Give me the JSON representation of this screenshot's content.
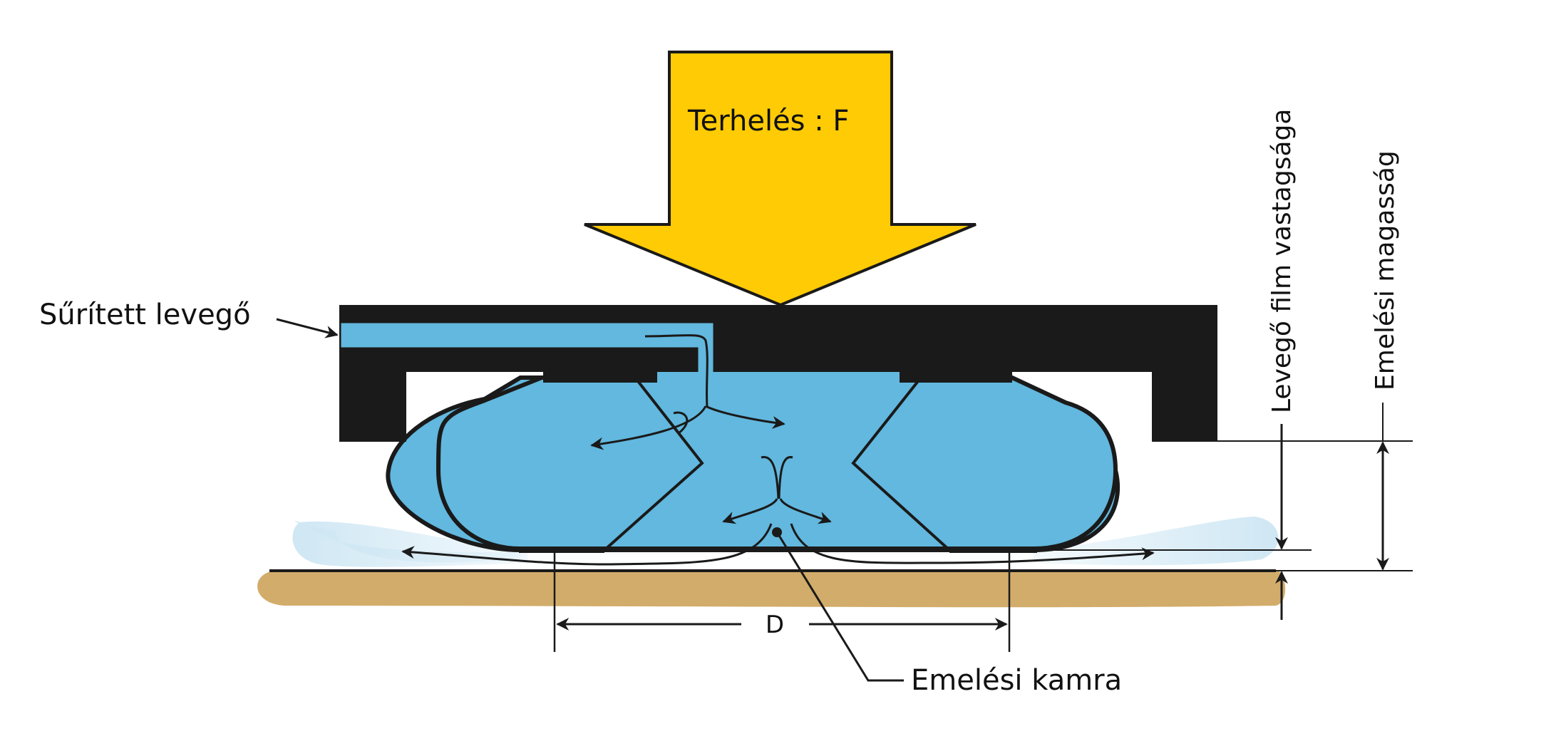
{
  "labels": {
    "load": "Terhelés : F",
    "compressed_air": "Sűrített levegő",
    "lift_chamber": "Emelési kamra",
    "diameter": "D",
    "air_film_thickness": "Levegő film vastagsága",
    "lift_height": "Emelési magasság"
  },
  "colors": {
    "load_arrow": "#FFCB05",
    "frame": "#1a1a1a",
    "air": "#62B8DE",
    "air_escape": "#CFE7F4",
    "ground": "#D2AC6A",
    "line": "#1a1a1a"
  }
}
